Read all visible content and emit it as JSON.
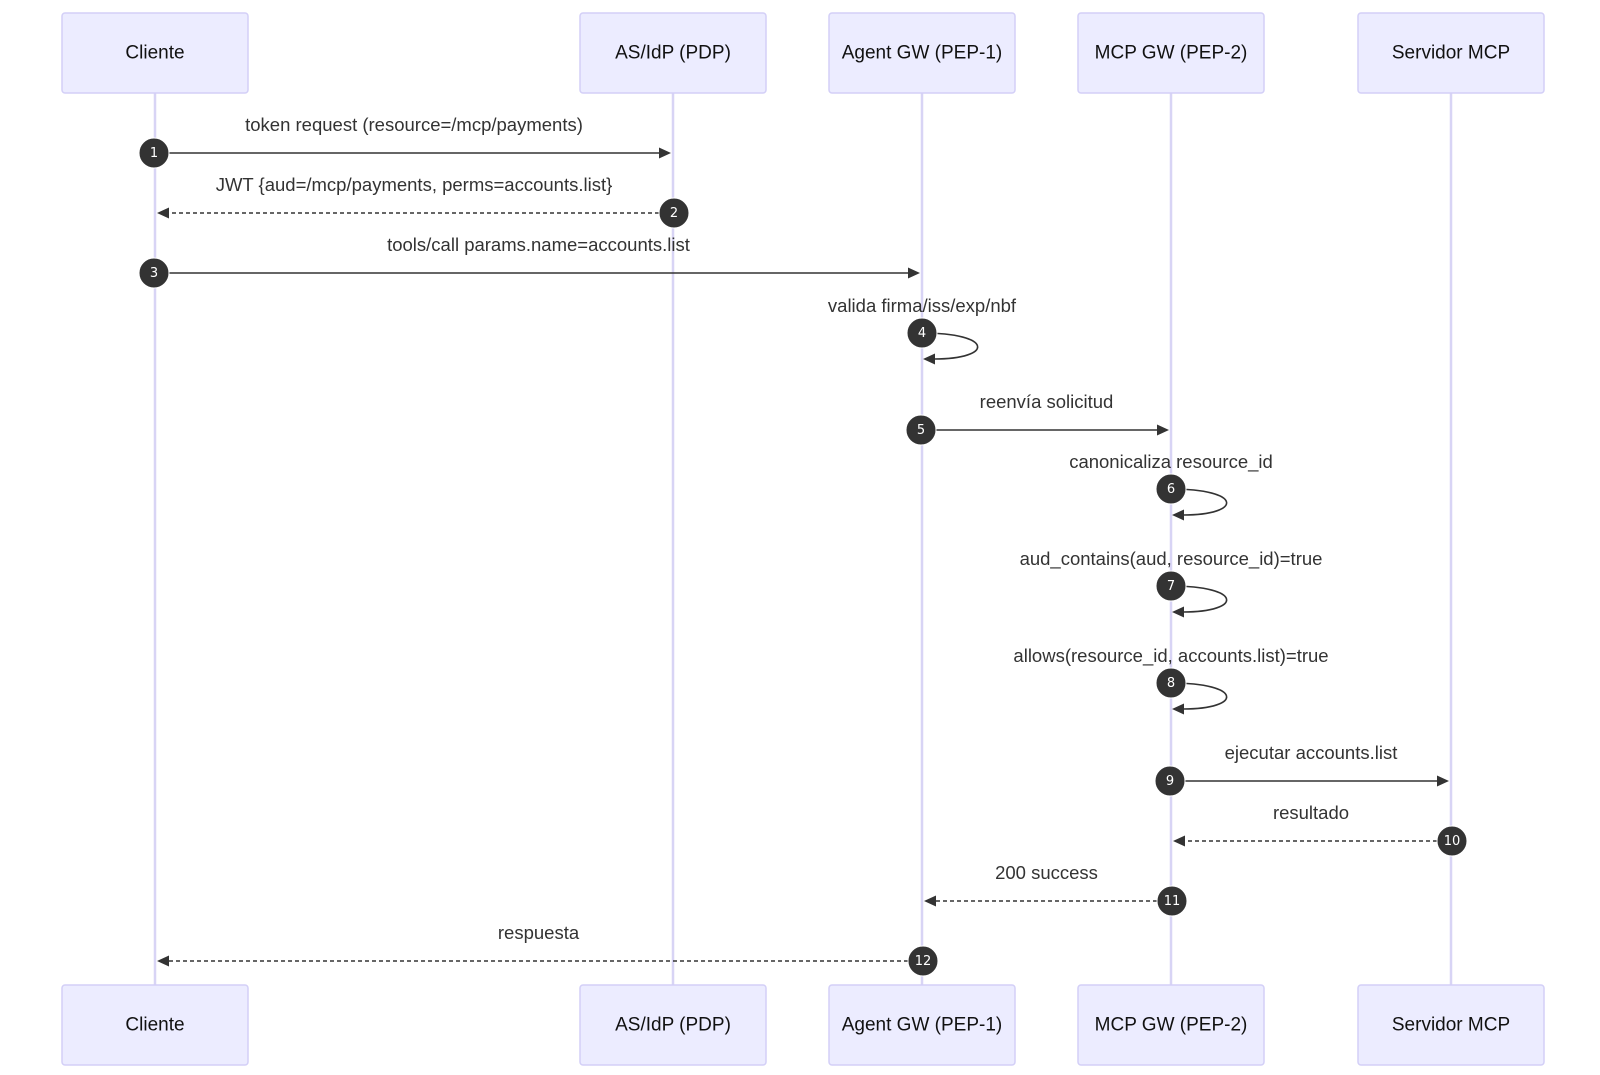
{
  "diagram": {
    "participants": [
      {
        "id": "cliente",
        "label": "Cliente"
      },
      {
        "id": "as",
        "label": "AS/IdP (PDP)"
      },
      {
        "id": "agw",
        "label": "Agent GW (PEP-1)"
      },
      {
        "id": "mgw",
        "label": "MCP GW (PEP-2)"
      },
      {
        "id": "srv",
        "label": "Servidor MCP"
      }
    ],
    "messages": [
      {
        "n": "1",
        "from": "cliente",
        "to": "as",
        "label": "token request (resource=/mcp/payments)",
        "style": "solid"
      },
      {
        "n": "2",
        "from": "as",
        "to": "cliente",
        "label": "JWT {aud=/mcp/payments, perms=accounts.list}",
        "style": "dashed"
      },
      {
        "n": "3",
        "from": "cliente",
        "to": "agw",
        "label": "tools/call params.name=accounts.list",
        "style": "solid"
      },
      {
        "n": "4",
        "from": "agw",
        "to": "agw",
        "label": "valida firma/iss/exp/nbf",
        "style": "self"
      },
      {
        "n": "5",
        "from": "agw",
        "to": "mgw",
        "label": "reenvía solicitud",
        "style": "solid"
      },
      {
        "n": "6",
        "from": "mgw",
        "to": "mgw",
        "label": "canonicaliza resource_id",
        "style": "self"
      },
      {
        "n": "7",
        "from": "mgw",
        "to": "mgw",
        "label": "aud_contains(aud, resource_id)=true",
        "style": "self"
      },
      {
        "n": "8",
        "from": "mgw",
        "to": "mgw",
        "label": "allows(resource_id, accounts.list)=true",
        "style": "self"
      },
      {
        "n": "9",
        "from": "mgw",
        "to": "srv",
        "label": "ejecutar accounts.list",
        "style": "solid"
      },
      {
        "n": "10",
        "from": "srv",
        "to": "mgw",
        "label": "resultado",
        "style": "dashed"
      },
      {
        "n": "11",
        "from": "mgw",
        "to": "agw",
        "label": "200 success",
        "style": "dashed"
      },
      {
        "n": "12",
        "from": "agw",
        "to": "cliente",
        "label": "respuesta",
        "style": "dashed"
      }
    ]
  }
}
